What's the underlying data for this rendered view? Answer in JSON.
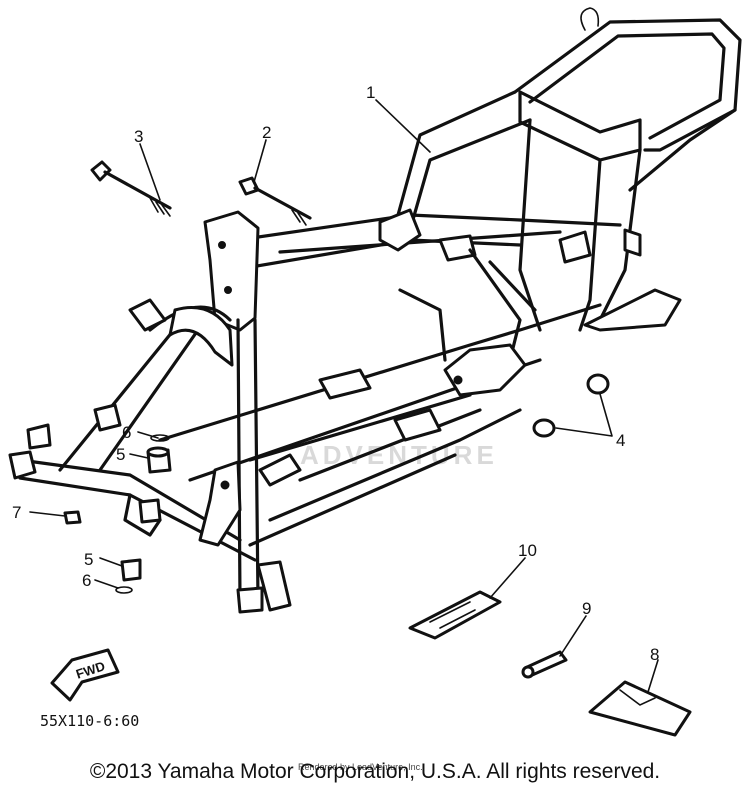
{
  "callouts": {
    "c1": "1",
    "c2": "2",
    "c3": "3",
    "c4": "4",
    "c5a": "5",
    "c5b": "5",
    "c6a": "6",
    "c6b": "6",
    "c7": "7",
    "c8": "8",
    "c9": "9",
    "c10": "10"
  },
  "fwd_label": "FWD",
  "diagram_code": "55X110-6:60",
  "watermark": "ADVENTURE",
  "rendered_by": "Rendered by LeadVenture, Inc.",
  "copyright": "©2013 Yamaha Motor Corporation, U.S.A. All rights reserved."
}
